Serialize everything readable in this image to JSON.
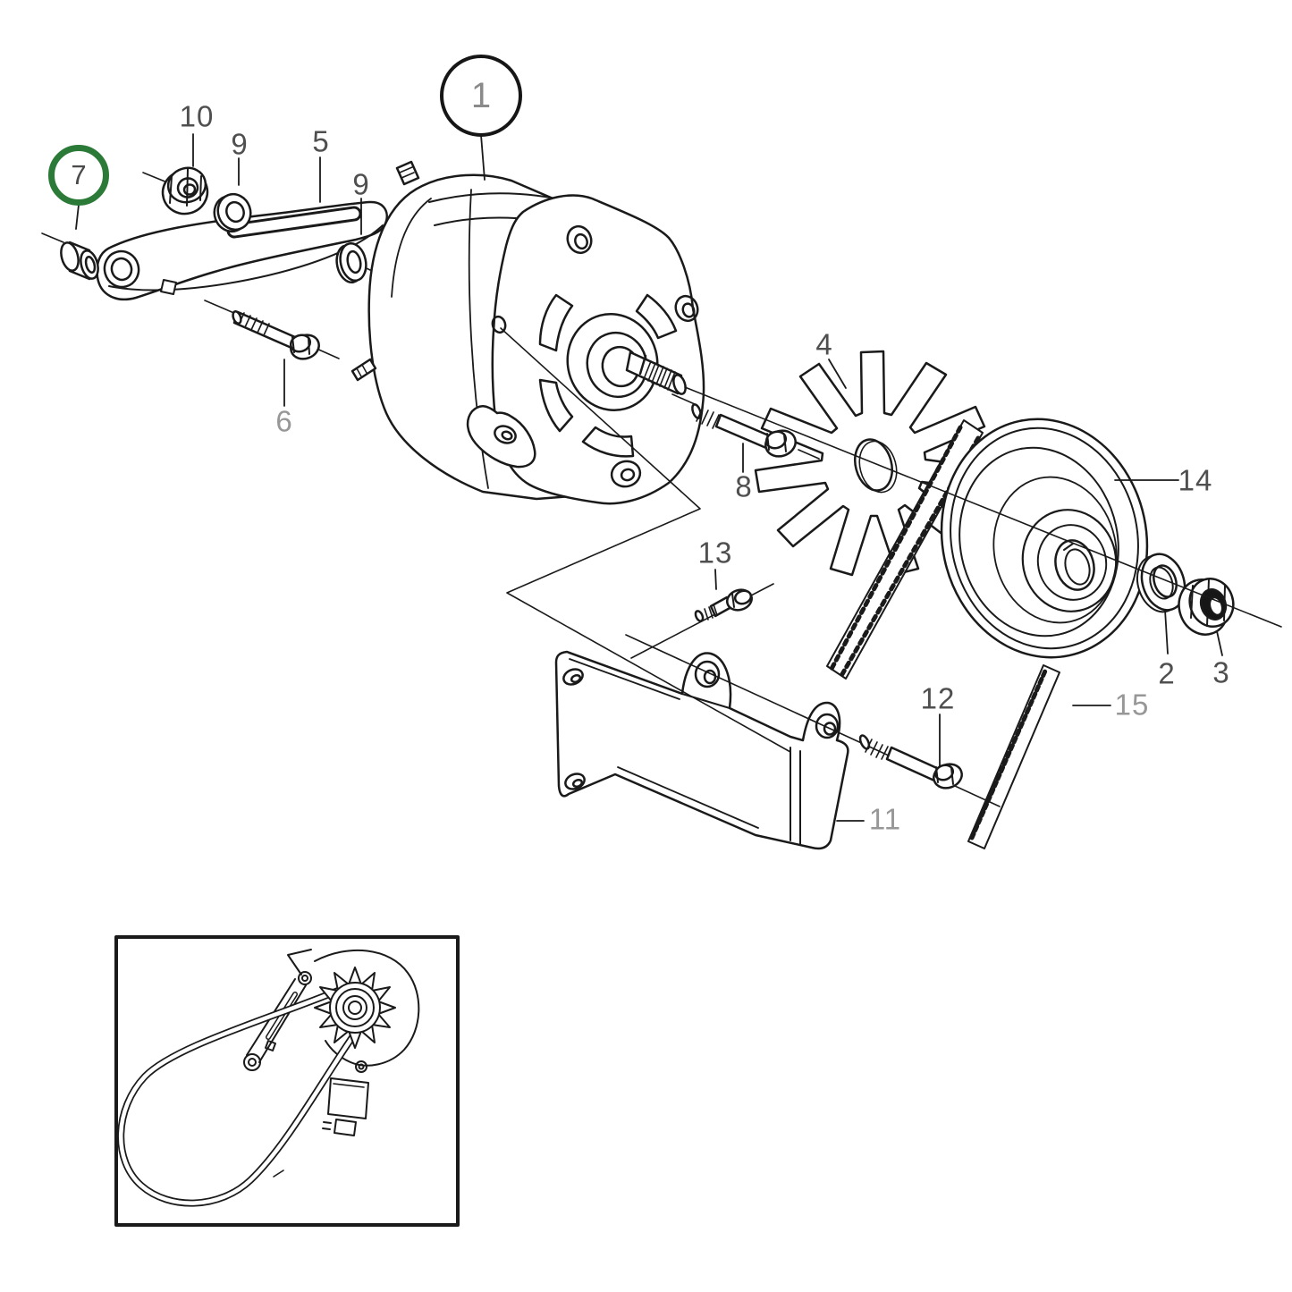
{
  "figure": {
    "type": "exploded-parts-diagram",
    "background": "#ffffff",
    "line_color": "#1a1a1a",
    "colors": {
      "label_dark": "#4f4f4f",
      "label_light": "#979797",
      "highlight_ring_green": "#2b7a38",
      "callout_ring_black": "#161616"
    },
    "callouts": {
      "part1": "1",
      "part2": "2",
      "part3": "3",
      "part4": "4",
      "part5": "5",
      "part6": "6",
      "part7": "7",
      "part8": "8",
      "part9_first": "9",
      "part9_second": "9",
      "part10": "10",
      "part11": "11",
      "part12": "12",
      "part13": "13",
      "part14": "14",
      "part15": "15"
    }
  }
}
